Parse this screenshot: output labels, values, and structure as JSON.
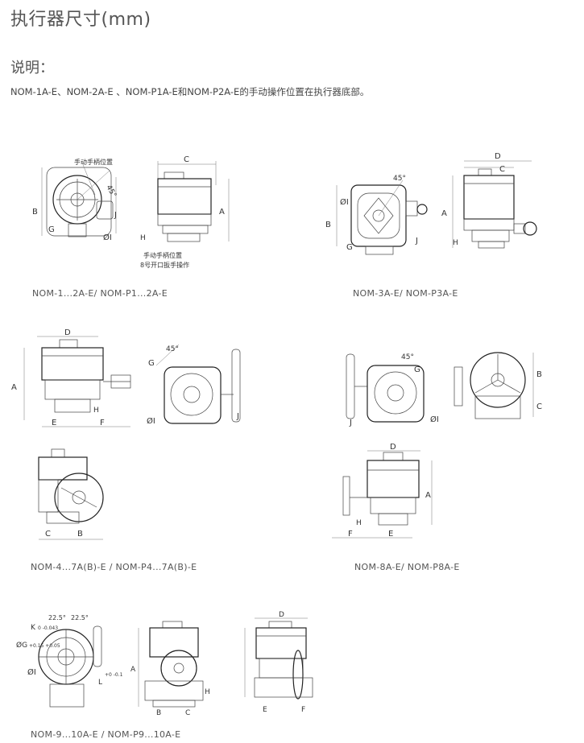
{
  "page": {
    "title": "执行器尺寸(mm)",
    "subtitle": "说明：",
    "description": "NOM-1A-E、NOM-2A-E 、NOM-P1A-E和NOM-P2A-E的手动操作位置在执行器底部。"
  },
  "figures": {
    "fig1": {
      "caption": "NOM-1...2A-E/ NOM-P1...2A-E",
      "note_top": "手动手柄位置",
      "note_bottom_1": "手动手柄位置",
      "note_bottom_2": "8号开口扳手操作"
    },
    "fig2": {
      "caption": "NOM-3A-E/ NOM-P3A-E"
    },
    "fig3": {
      "caption": "NOM-4...7A(B)-E / NOM-P4...7A(B)-E"
    },
    "fig4": {
      "caption": "NOM-8A-E/ NOM-P8A-E"
    },
    "fig5": {
      "caption": "NOM-9...10A-E / NOM-P9...10A-E"
    }
  },
  "labels": {
    "A": "A",
    "B": "B",
    "C": "C",
    "D": "D",
    "E": "E",
    "F": "F",
    "G": "G",
    "H": "H",
    "I": "I",
    "J": "J",
    "K": "K",
    "L": "L",
    "phiG": "ØG",
    "phiI": "ØI",
    "deg45": "45°",
    "deg22": "22.5°",
    "tolK": "0 -0.043",
    "tolG": "+0.15 +0.05",
    "tolL": "+0 -0.1"
  },
  "colors": {
    "line": "#444444",
    "text": "#333333",
    "caption": "#555555"
  }
}
